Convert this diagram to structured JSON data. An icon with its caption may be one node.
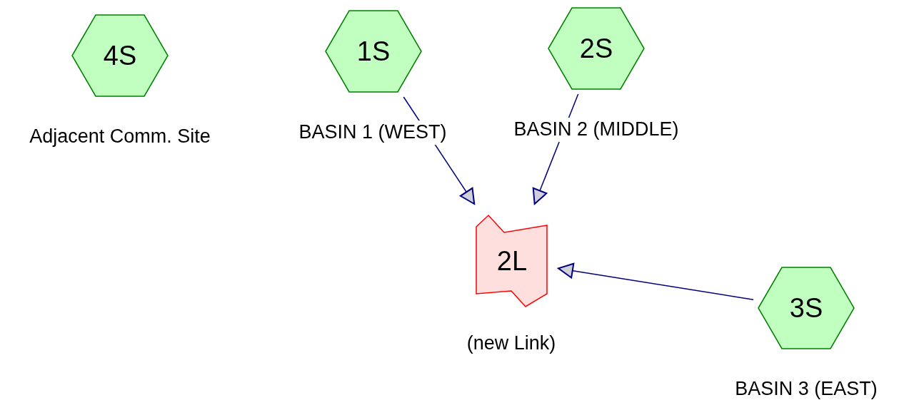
{
  "diagram": {
    "nodes": [
      {
        "text": [
          "4S"
        ],
        "beside": [
          "Adjacent Comm. Site"
        ]
      },
      {
        "text": [
          "1S"
        ],
        "beside": [
          "BASIN 1 (WEST)"
        ]
      },
      {
        "text": [
          "2S"
        ],
        "beside": [
          "BASIN 2 (MIDDLE)"
        ]
      },
      {
        "text": [
          "2L"
        ],
        "beside": [
          "(new Link)"
        ]
      },
      {
        "text": [
          "3S"
        ],
        "beside": [
          "BASIN 3 (EAST)"
        ]
      }
    ],
    "edges": [
      {
        "from": 1,
        "to": 3,
        "arrow": "to"
      },
      {
        "from": 2,
        "to": 3,
        "arrow": "to"
      },
      {
        "from": 4,
        "to": 3,
        "arrow": "to"
      }
    ]
  }
}
